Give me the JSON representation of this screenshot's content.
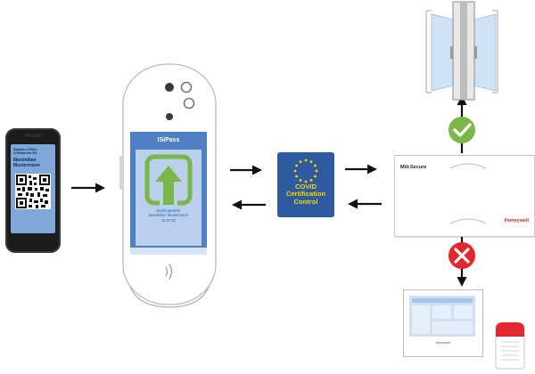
{
  "phone": {
    "certificate_title": "Digitales COVID-\nZertifikat der EU",
    "holder_name": "Maximilian\nMustermann"
  },
  "reader": {
    "screen_title": "ISiPass",
    "message": "Zutritt gewährt\nMaximilian Mustermann\n11:37:52"
  },
  "eu_badge": {
    "label": "COVID\nCertification\nControl"
  },
  "controller": {
    "product_name": "Mili-Secure",
    "brand": "Honeywell"
  },
  "monitor": {
    "brand": "Honeywell"
  },
  "colors": {
    "accept": "#7ab648",
    "reject": "#e2282e",
    "eu_blue": "#2e5a9f",
    "eu_gold": "#ffd400",
    "screen_blue": "#4e7fc4",
    "door_glass": "#cfe3f7"
  },
  "icons": {
    "accept": "check-icon",
    "reject": "cross-icon",
    "entry": "arrow-up-icon",
    "nfc": "nfc-icon"
  }
}
